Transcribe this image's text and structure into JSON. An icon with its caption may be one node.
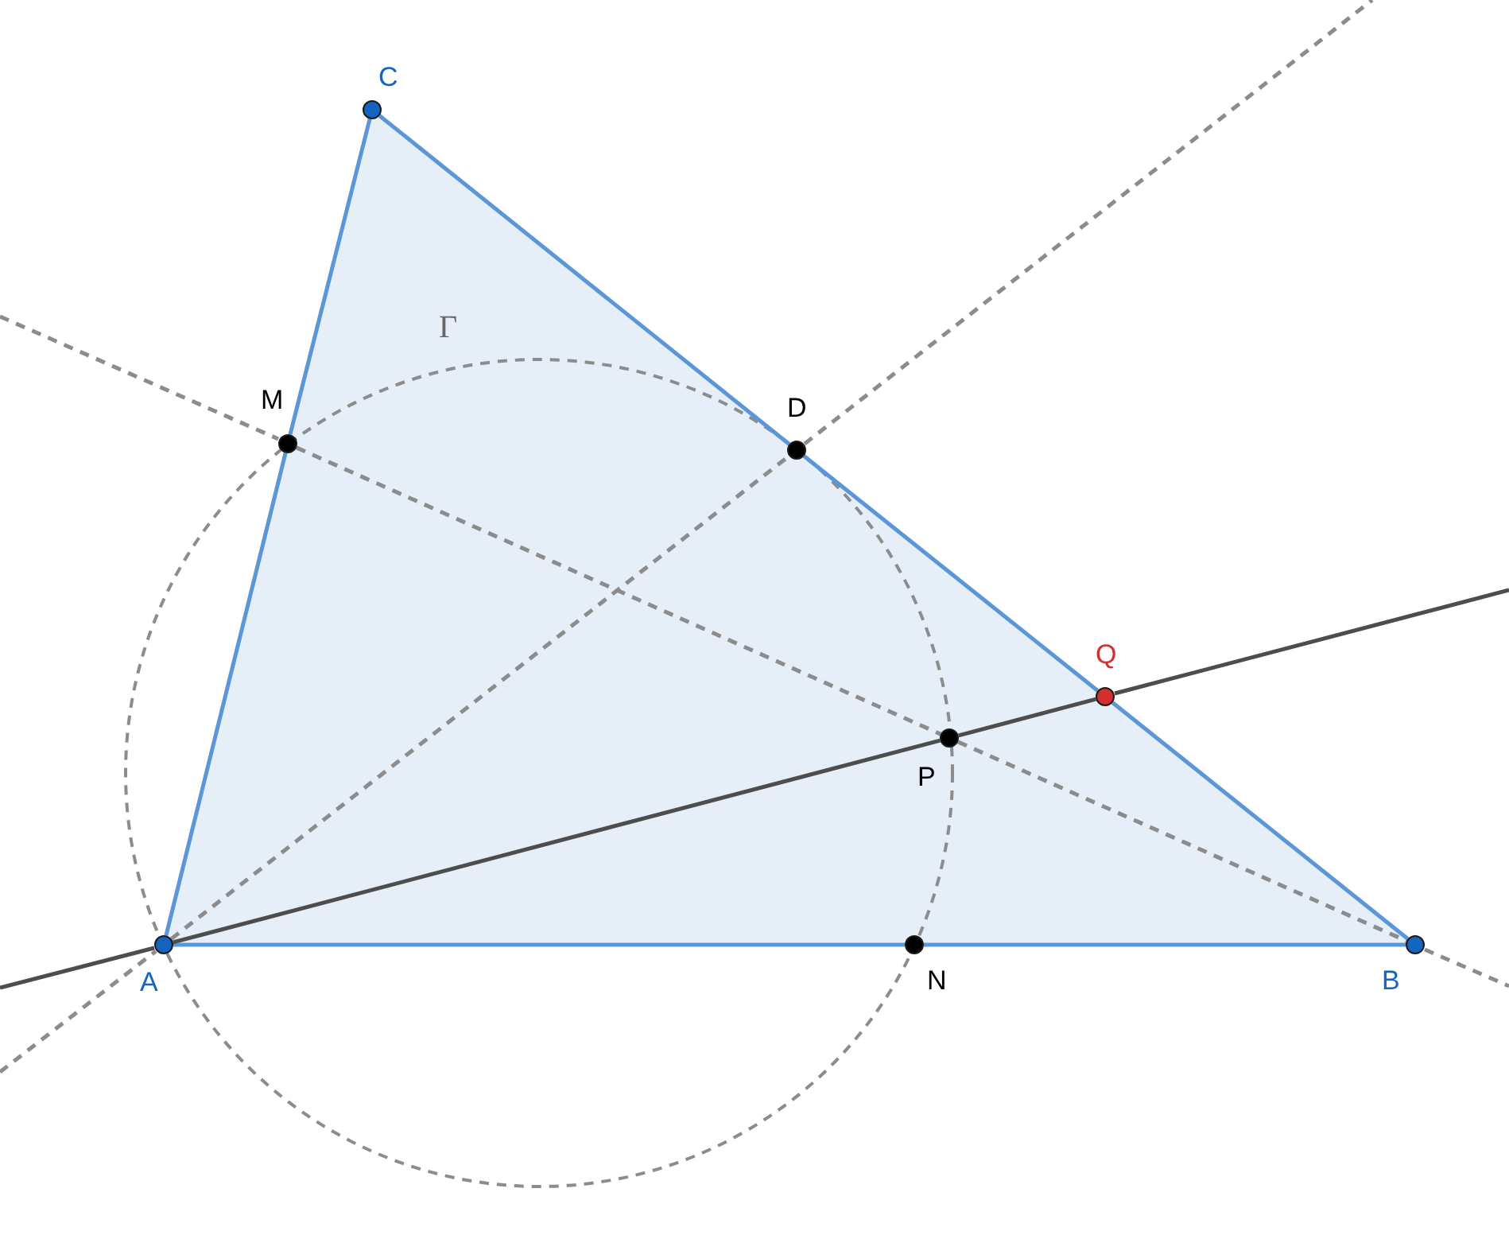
{
  "diagram": {
    "nodes": [
      {
        "text": [
          "C"
        ]
      },
      {
        "text": [
          "M"
        ]
      },
      {
        "text": [
          "D"
        ]
      },
      {
        "text": [
          "Q"
        ]
      },
      {
        "text": [
          "P"
        ]
      },
      {
        "text": [
          "A"
        ]
      },
      {
        "text": [
          "N"
        ]
      },
      {
        "text": [
          "B"
        ]
      }
    ],
    "edges": [
      {
        "from": 5,
        "to": 6,
        "arrow": "none"
      },
      {
        "from": 6,
        "to": 7,
        "arrow": "none"
      },
      {
        "from": 7,
        "to": 3,
        "arrow": "none"
      },
      {
        "from": 3,
        "to": 2,
        "arrow": "none"
      },
      {
        "from": 2,
        "to": 0,
        "arrow": "none"
      },
      {
        "from": 0,
        "to": 1,
        "arrow": "none"
      },
      {
        "from": 1,
        "to": 5,
        "arrow": "none"
      },
      {
        "from": 5,
        "to": 4,
        "arrow": "none",
        "color": "#4d4d4d"
      },
      {
        "from": 4,
        "to": 3,
        "arrow": "none",
        "color": "#4d4d4d"
      },
      {
        "from": 1,
        "to": 4,
        "arrow": "none",
        "color": "#8c8c8c",
        "style": "dashed"
      },
      {
        "from": 4,
        "to": 7,
        "arrow": "none",
        "color": "#8c8c8c",
        "style": "dashed"
      },
      {
        "from": 5,
        "to": 2,
        "arrow": "none",
        "color": "#8c8c8c",
        "style": "dashed"
      }
    ],
    "labels": [
      "Γ"
    ]
  }
}
